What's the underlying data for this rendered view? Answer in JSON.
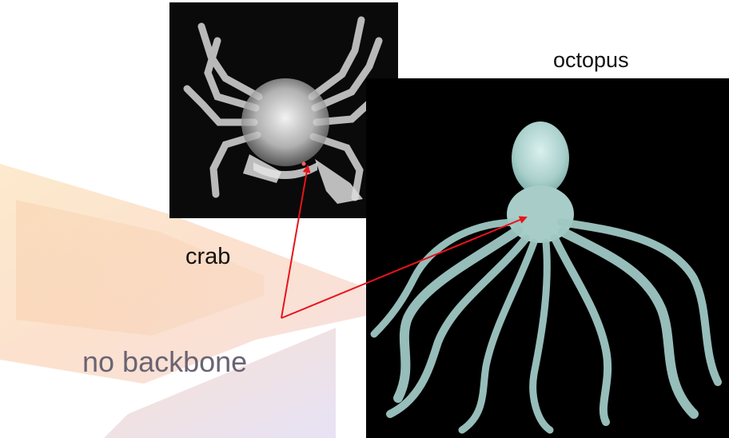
{
  "labels": {
    "octopus": "octopus",
    "crab": "crab",
    "category": "no backbone"
  },
  "images": {
    "crab": {
      "subject": "x-ray of a crab",
      "background": "#0a0a0a"
    },
    "octopus": {
      "subject": "x-ray of an octopus",
      "background": "#000000"
    }
  },
  "colors": {
    "arrow": "#e8141a",
    "label_text": "#111111",
    "category_text": "#6a6472",
    "chevron_warm": "#f6c98a",
    "chevron_cool": "#d9d4f0"
  }
}
